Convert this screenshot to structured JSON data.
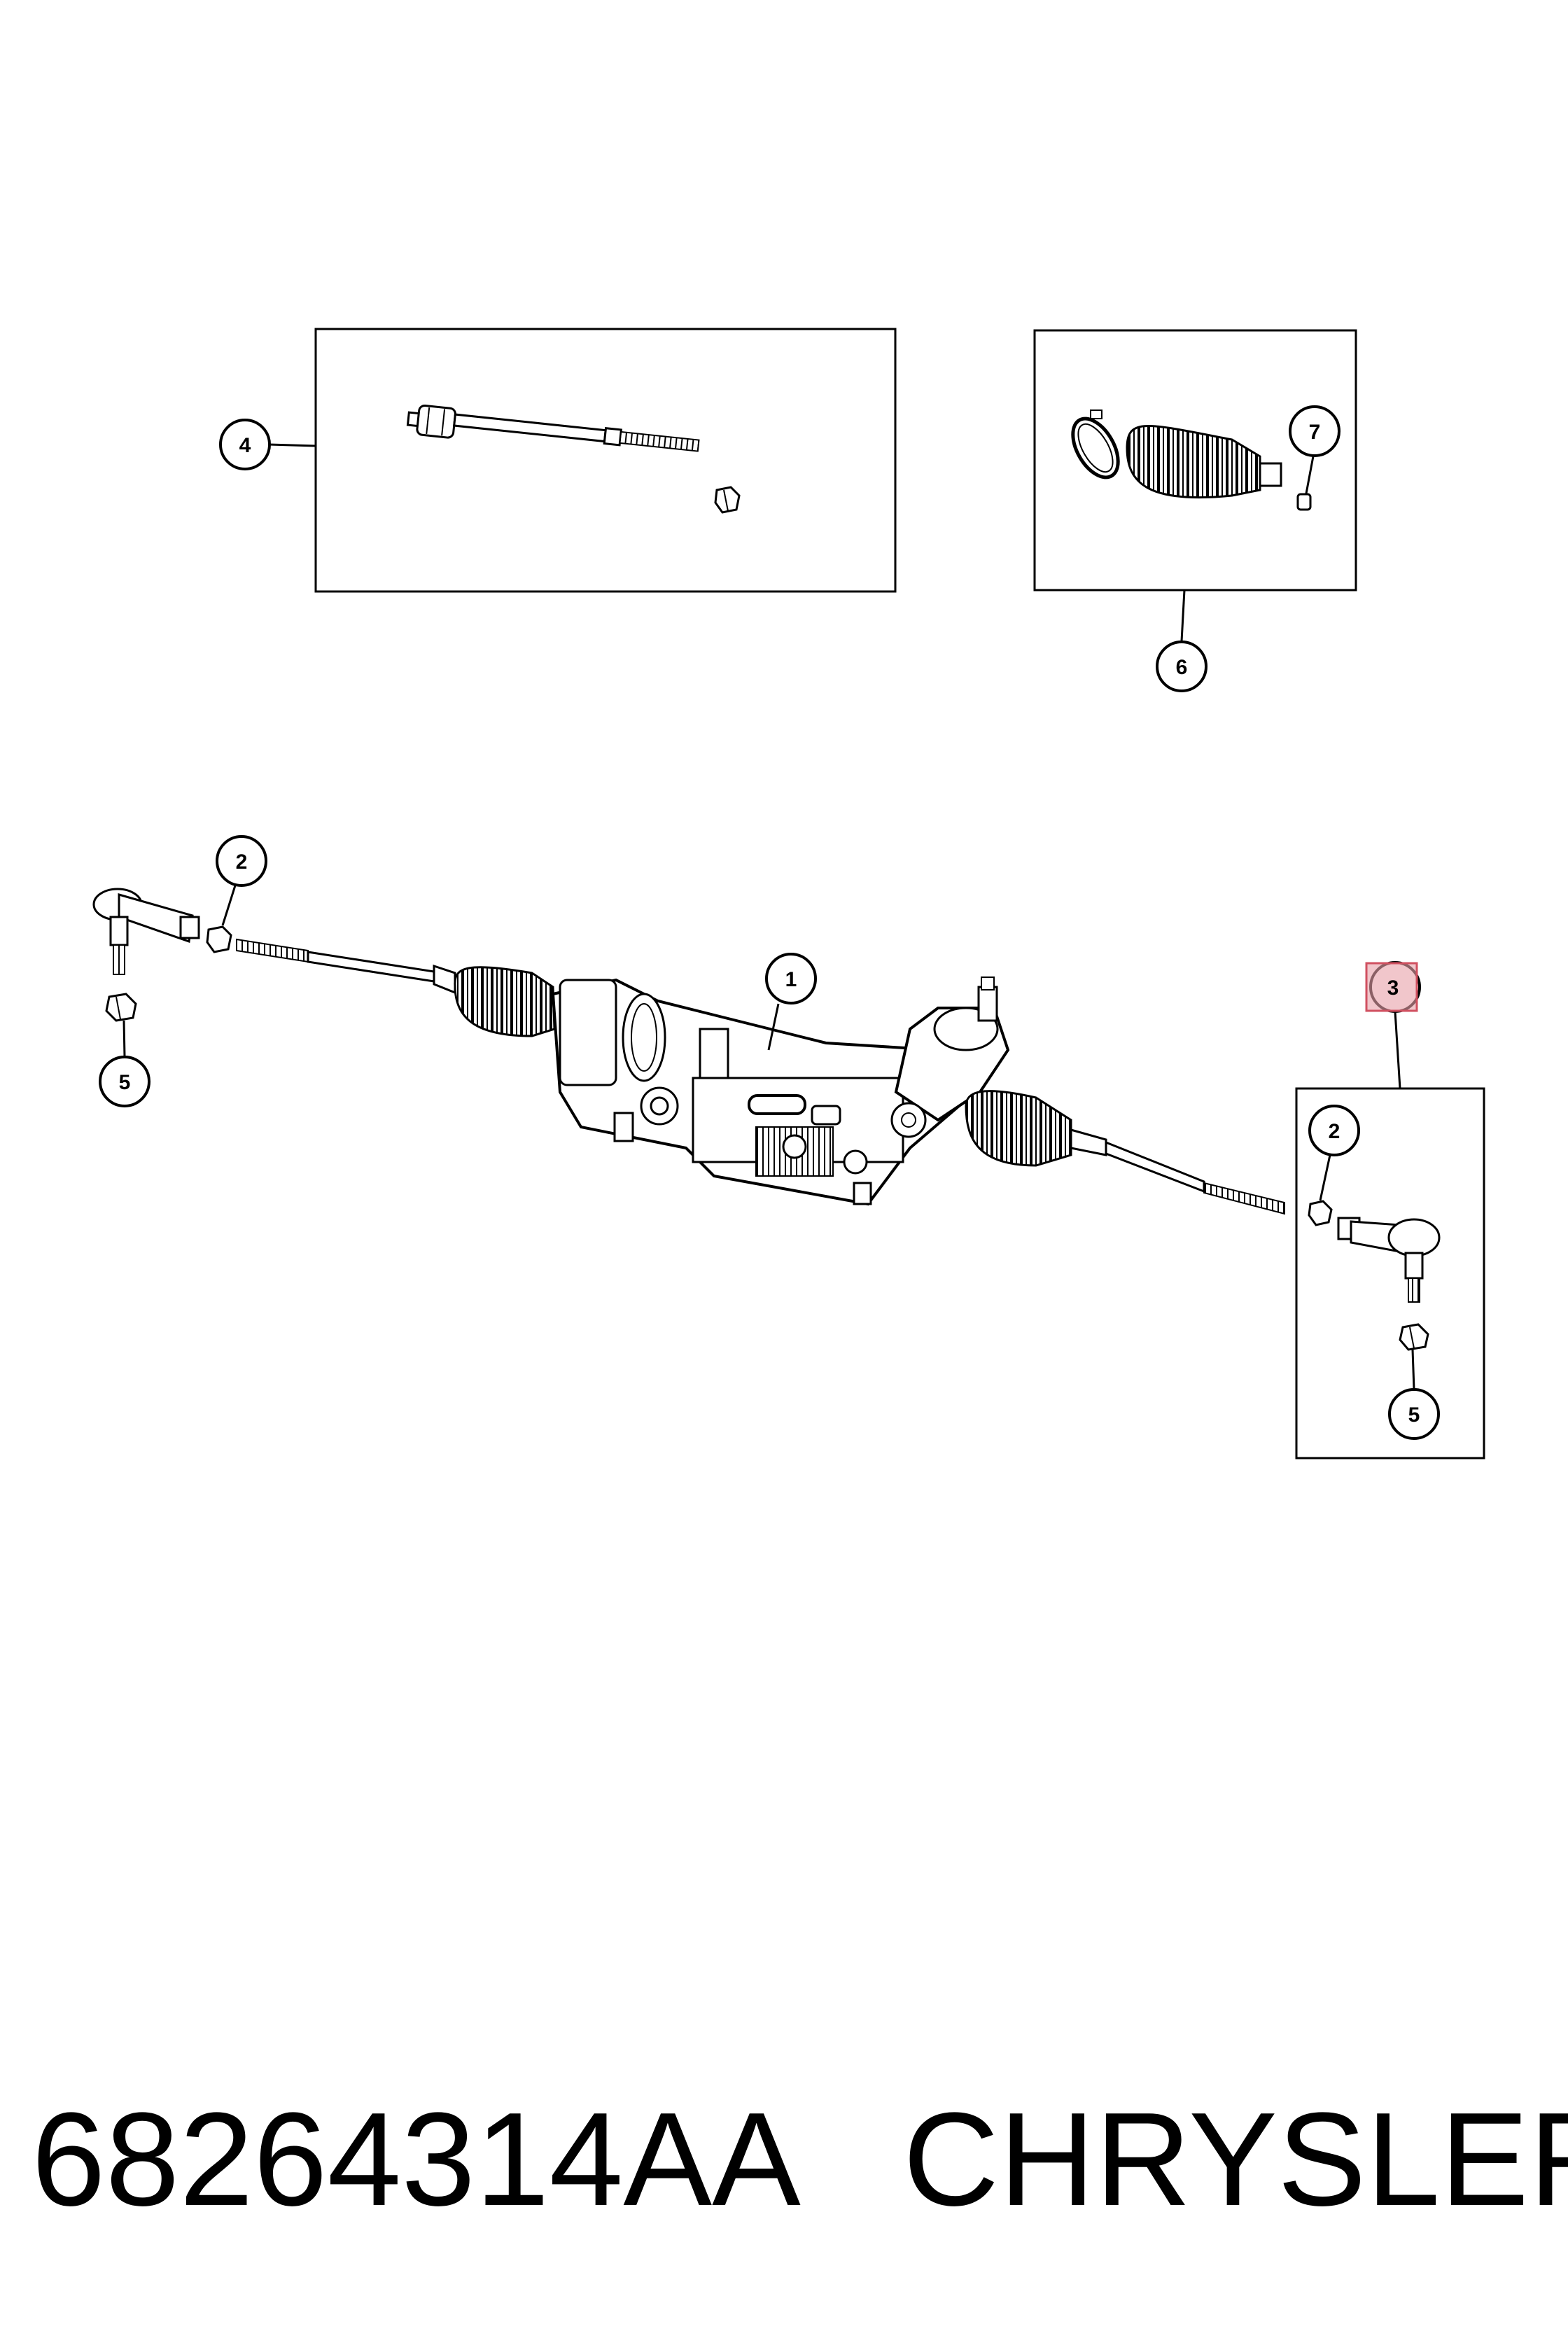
{
  "diagram": {
    "callouts": {
      "c1": "1",
      "c2a": "2",
      "c2b": "2",
      "c3": "3",
      "c4": "4",
      "c5a": "5",
      "c5b": "5",
      "c6": "6",
      "c7": "7"
    },
    "highlight_color": "#e8a0a8",
    "highlight_border": "#d05060"
  },
  "footer": {
    "part_number": "68264314AA",
    "brand": "CHRYSLER"
  }
}
